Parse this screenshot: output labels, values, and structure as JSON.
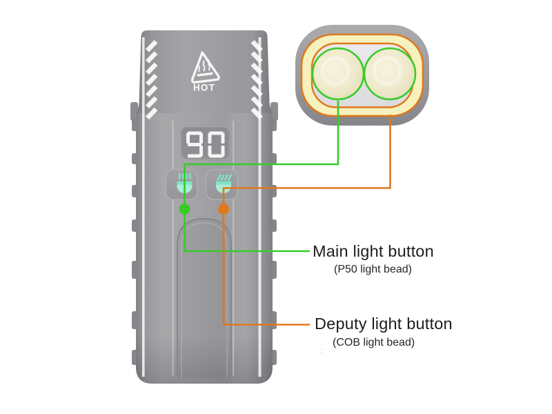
{
  "device": {
    "warning_label": "HOT",
    "display_value": "90"
  },
  "callouts": {
    "main": {
      "title": "Main light button",
      "subtitle": "(P50 light bead)"
    },
    "deputy": {
      "title": "Deputy light button",
      "subtitle": "(COB light bead)"
    }
  },
  "icons": {
    "warning": "hot-surface-warning-triangle-icon",
    "main_button": "vertical-beam-lamp-icon",
    "deputy_button": "slanted-beam-lamp-icon"
  },
  "colors": {
    "main_accent": "#38cb28",
    "deputy_accent": "#e0781c",
    "button_icon_mint": "#7de6c4",
    "button_icon_mint_light": "#a9eed6",
    "cob_ring_yellow": "#f6f1bd",
    "body_gray": "#9e9ea2",
    "text_dark": "#1d1d1d"
  },
  "artifact_mark": ":"
}
